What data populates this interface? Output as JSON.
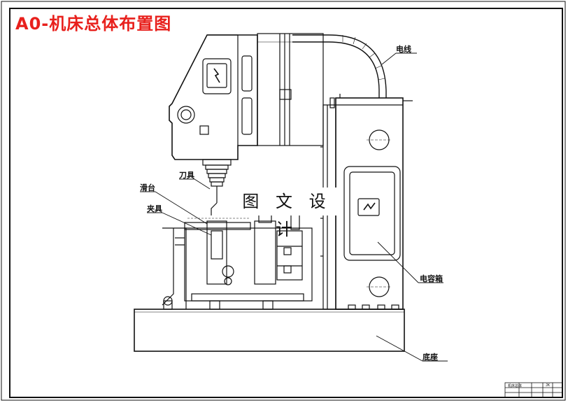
{
  "drawing": {
    "title": "A0-机床总体布置图",
    "watermark": "图 文 设 计",
    "labels": {
      "cable": "电线",
      "tool": "刀具",
      "slide": "滑台",
      "fixture": "夹具",
      "electrical_box": "电容箱",
      "base": "底座"
    },
    "title_block": {
      "name": "机床总体",
      "code": "JK"
    },
    "colors": {
      "title": "#e8201c",
      "line": "#111111",
      "background": "#ffffff"
    },
    "icons": [
      "lightning-warning-icon",
      "lightning-warning-icon"
    ]
  }
}
